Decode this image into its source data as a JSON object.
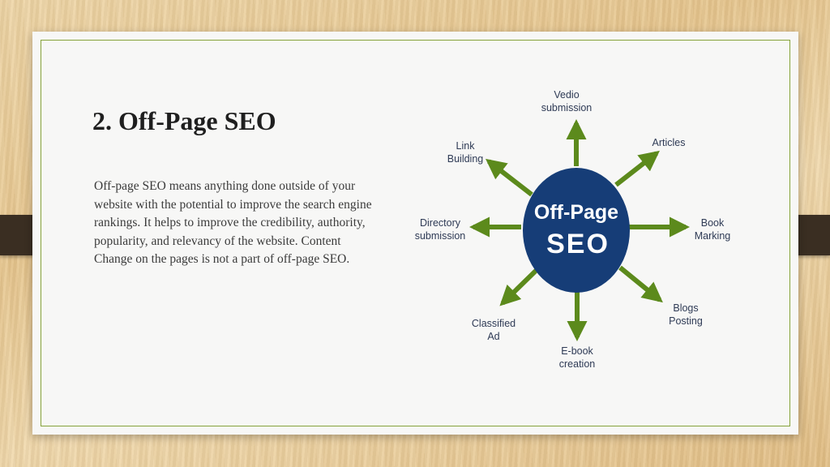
{
  "slide": {
    "title": "2. Off-Page SEO",
    "paragraph": "Off-page SEO means anything done outside of your website with the potential to improve the search engine rankings. It helps to improve the credibility, authority, popularity, and relevancy of the website. Content Change on the pages is not a part of off-page SEO."
  },
  "diagram": {
    "hub_line1": "Off-Page",
    "hub_line2": "SEO",
    "colors": {
      "hub": "#163d77",
      "arrow": "#5c8a1c",
      "frame": "#86a33a"
    },
    "spokes": {
      "vedio": {
        "line1": "Vedio",
        "line2": "submission"
      },
      "articles": {
        "line1": "Articles"
      },
      "link": {
        "line1": "Link",
        "line2": "Building"
      },
      "directory": {
        "line1": "Directory",
        "line2": "submission"
      },
      "book": {
        "line1": "Book",
        "line2": "Marking"
      },
      "classified": {
        "line1": "Classified",
        "line2": "Ad"
      },
      "blogs": {
        "line1": "Blogs",
        "line2": "Posting"
      },
      "ebook": {
        "line1": "E-book",
        "line2": "creation"
      }
    }
  }
}
